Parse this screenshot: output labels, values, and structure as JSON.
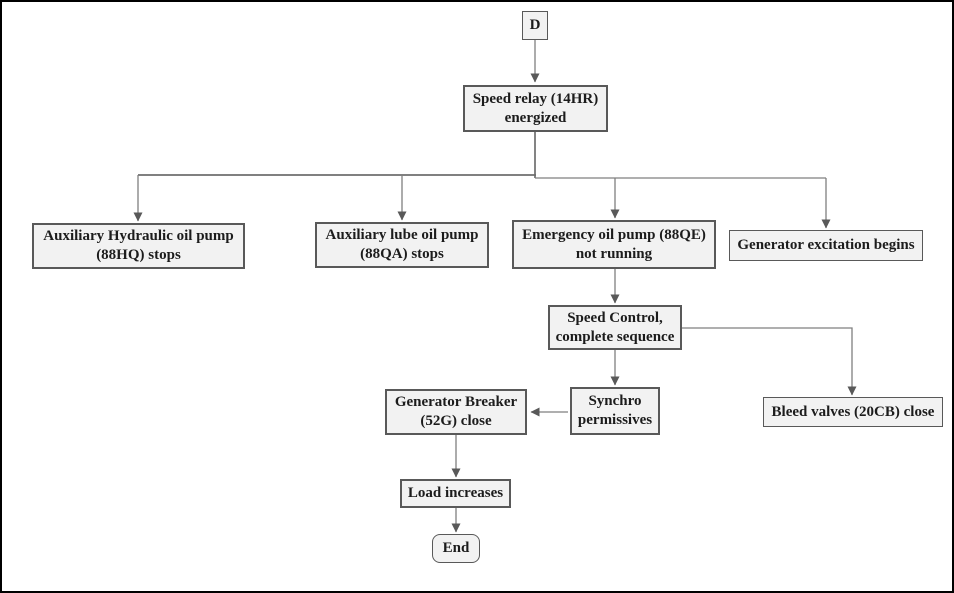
{
  "diagram": {
    "nodes": {
      "d": {
        "label": "D"
      },
      "speed_relay": {
        "label": "Speed relay (14HR)\nenergized"
      },
      "aux_hydraulic": {
        "label": "Auxiliary Hydraulic oil pump\n(88HQ) stops"
      },
      "aux_lube": {
        "label": "Auxiliary lube oil pump\n(88QA) stops"
      },
      "emergency": {
        "label": "Emergency oil pump (88QE)\nnot running"
      },
      "gen_excitation": {
        "label": "Generator excitation begins"
      },
      "speed_control": {
        "label": "Speed Control,\ncomplete sequence"
      },
      "synchro": {
        "label": "Synchro\npermissives"
      },
      "gen_breaker": {
        "label": "Generator Breaker\n(52G) close"
      },
      "bleed_valves": {
        "label": "Bleed valves (20CB) close"
      },
      "load_increases": {
        "label": "Load increases"
      },
      "end": {
        "label": "End"
      }
    },
    "edges": [
      {
        "from": "d",
        "to": "speed_relay"
      },
      {
        "from": "speed_relay",
        "to": "aux_hydraulic"
      },
      {
        "from": "speed_relay",
        "to": "aux_lube"
      },
      {
        "from": "speed_relay",
        "to": "emergency"
      },
      {
        "from": "speed_relay",
        "to": "gen_excitation"
      },
      {
        "from": "emergency",
        "to": "speed_control"
      },
      {
        "from": "speed_control",
        "to": "synchro"
      },
      {
        "from": "speed_control",
        "to": "bleed_valves"
      },
      {
        "from": "synchro",
        "to": "gen_breaker"
      },
      {
        "from": "gen_breaker",
        "to": "load_increases"
      },
      {
        "from": "load_increases",
        "to": "end"
      }
    ],
    "colors": {
      "background": "#ffffff",
      "frame_border": "#000000",
      "node_fill": "#f2f2f2",
      "node_border": "#595959",
      "connector": "#7f7f7f",
      "arrowhead": "#595959",
      "text": "#1c1c1c"
    }
  }
}
